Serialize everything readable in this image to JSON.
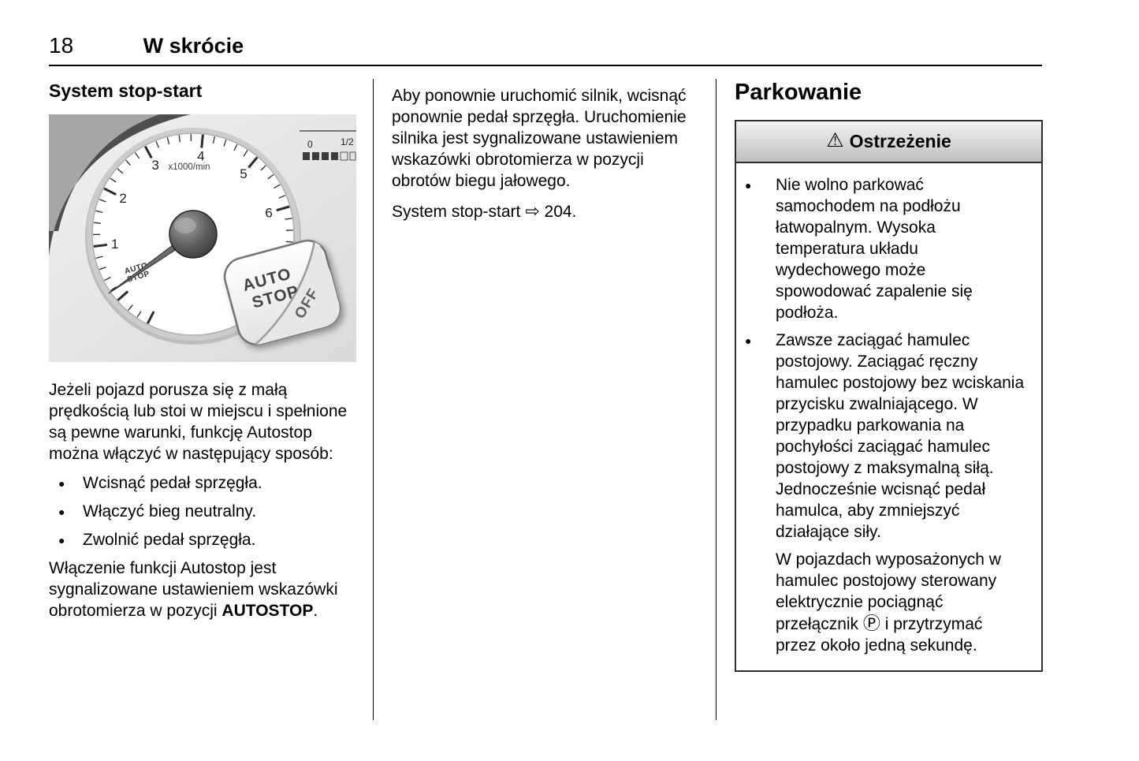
{
  "page": {
    "number": "18",
    "section": "W skrócie"
  },
  "col1": {
    "heading": "System stop-start",
    "illustration": {
      "gauge_unit": "x1000/min",
      "gauge_numbers": [
        "1",
        "2",
        "3",
        "4",
        "5",
        "6"
      ],
      "autostop_line1": "AUTO",
      "autostop_line2": "STOP",
      "button_line1": "AUTO",
      "button_line2": "STOP",
      "button_off": "OFF",
      "fuel_zero": "0",
      "fuel_half": "1/2"
    },
    "para1": "Jeżeli pojazd porusza się z małą prędkością lub stoi w miejscu i spełnione są pewne warunki, funkcję Autostop można włączyć w następujący sposób:",
    "bullets": [
      "Wcisnąć pedał sprzęgła.",
      "Włączyć bieg neutralny.",
      "Zwolnić pedał sprzęgła."
    ],
    "para2_pre": "Włączenie funkcji Autostop jest sygnalizowane ustawieniem wskazówki obrotomierza w pozycji ",
    "para2_bold": "AUTOSTOP",
    "para2_post": "."
  },
  "col2": {
    "para1": "Aby ponownie uruchomić silnik, wcisnąć ponownie pedał sprzęgła. Uruchomienie silnika jest sygnalizowane ustawieniem wskazówki obrotomierza w pozycji obrotów biegu jałowego.",
    "reference": {
      "text": "System stop-start",
      "arrow": "⇨",
      "page": "204."
    }
  },
  "col3": {
    "heading": "Parkowanie",
    "warning": {
      "icon": "⚠",
      "title": "Ostrzeżenie",
      "bullets": [
        "Nie wolno parkować samochodem na podłożu łatwopalnym. Wysoka temperatura układu wydechowego może spowodować zapalenie się podłoża.",
        "Zawsze zaciągać hamulec postojowy. Zaciągać ręczny hamulec postojowy bez wciskania przycisku zwalniającego. W przypadku parkowania na pochyłości zaciągać hamulec postojowy z maksymalną siłą. Jednocześnie wcisnąć pedał hamulca, aby zmniejszyć działające siły."
      ],
      "cont_pre": "W pojazdach wyposażonych w hamulec postojowy sterowany elektrycznie pociągnąć przełącznik ",
      "cont_symbol": "Ⓟ",
      "cont_post": " i przytrzymać przez około jedną sekundę."
    }
  }
}
